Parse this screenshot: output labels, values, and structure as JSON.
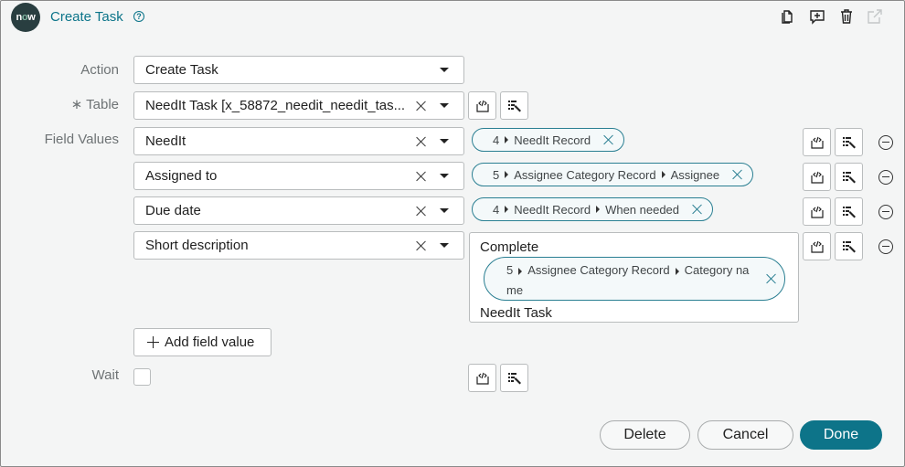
{
  "header": {
    "logo_text_n": "n",
    "logo_text_o": "o",
    "logo_text_w": "w",
    "title": "Create Task",
    "help_glyph": "?",
    "icons": [
      "copy-icon",
      "add-comment-icon",
      "trash-icon",
      "open-external-icon"
    ]
  },
  "form": {
    "action": {
      "label": "Action",
      "value": "Create Task"
    },
    "table": {
      "required_marker": "∗",
      "label": "Table",
      "value": "NeedIt Task [x_58872_needit_needit_tas..."
    },
    "field_values": {
      "label": "Field Values",
      "rows": [
        {
          "field": "NeedIt",
          "pill": [
            "4",
            "NeedIt Record"
          ]
        },
        {
          "field": "Assigned to",
          "pill": [
            "5",
            "Assignee Category Record",
            "Assignee"
          ]
        },
        {
          "field": "Due date",
          "pill": [
            "4",
            "NeedIt Record",
            "When needed"
          ]
        },
        {
          "field": "Short description",
          "text_before": "Complete",
          "pill": [
            "5",
            "Assignee Category Record",
            "Category na"
          ],
          "pill_wrap": "me",
          "text_after": "NeedIt Task"
        }
      ]
    },
    "add_field_value_label": "Add field value",
    "wait": {
      "label": "Wait",
      "checked": false
    }
  },
  "footer": {
    "delete_label": "Delete",
    "cancel_label": "Cancel",
    "done_label": "Done"
  },
  "colors": {
    "accent": "#0d7489",
    "pill_border": "#2a7f92",
    "logo_bg": "#293e40",
    "background": "#f4f5f5"
  }
}
